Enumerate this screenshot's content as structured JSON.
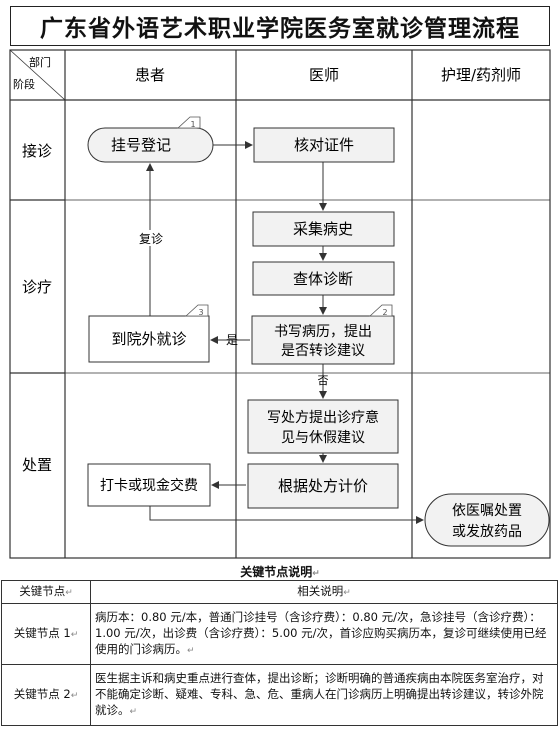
{
  "title": "广东省外语艺术职业学院医务室就诊管理流程",
  "header": {
    "dept_label": "部门",
    "stage_label": "阶段",
    "columns": [
      "患者",
      "医师",
      "护理/药剂师"
    ]
  },
  "rows": [
    "接诊",
    "诊疗",
    "处置"
  ],
  "nodes": {
    "register": "挂号登记",
    "verify": "核对证件",
    "history": "采集病史",
    "exam": "查体诊断",
    "record_line1": "书写病历，提出",
    "record_line2": "是否转诊建议",
    "referral": "到院外就诊",
    "prescribe_line1": "写处方提出诊疗意",
    "prescribe_line2": "见与休假建议",
    "price": "根据处方计价",
    "pay": "打卡或现金交费",
    "dispense_line1": "依医嘱处置",
    "dispense_line2": "或发放药品"
  },
  "markers": [
    "1",
    "2",
    "3"
  ],
  "edge_labels": {
    "revisit": "复诊",
    "yes": "是",
    "no": "否"
  },
  "key_nodes": {
    "title": "关键节点说明",
    "headers": [
      "关键节点",
      "相关说明"
    ],
    "rows": [
      {
        "node": "关键节点 1",
        "desc": "病历本：0.80 元/本，普通门诊挂号（含诊疗费）：0.80 元/次，急诊挂号（含诊疗费）：1.00 元/次，出诊费（含诊疗费）：5.00 元/次，首诊应购买病历本，复诊可继续使用已经使用的门诊病历。"
      },
      {
        "node": "关键节点 2",
        "desc": "医生据主诉和病史重点进行查体，提出诊断；诊断明确的普通疾病由本院医务室治疗，对不能确定诊断、疑难、专科、急、危、重病人在门诊病历上明确提出转诊建议，转诊外院就诊。"
      }
    ]
  },
  "colors": {
    "box_fill": "#f2f2f2",
    "line": "#333333",
    "bg": "#ffffff"
  }
}
